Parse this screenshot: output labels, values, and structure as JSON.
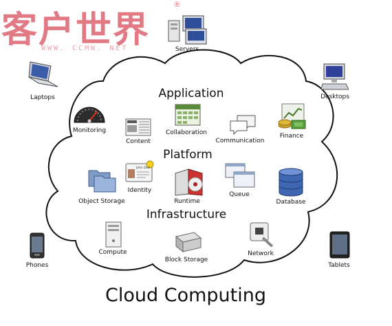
{
  "watermark": {
    "text": "客户世界",
    "registered": "®",
    "url": "WWW. CCMW. NET"
  },
  "diagram": {
    "title": "Cloud Computing",
    "sections": {
      "application": "Application",
      "platform": "Platform",
      "infrastructure": "Infrastructure"
    },
    "application_items": {
      "monitoring": "Monitoring",
      "content": "Content",
      "collaboration": "Collaboration",
      "communication": "Communication",
      "finance": "Finance"
    },
    "platform_items": {
      "object_storage": "Object Storage",
      "identity": "Identity",
      "runtime": "Runtime",
      "queue": "Queue",
      "database": "Database"
    },
    "infrastructure_items": {
      "compute": "Compute",
      "block_storage": "Block Storage",
      "network": "Network"
    },
    "clients": {
      "servers": "Servers",
      "laptops": "Laptops",
      "desktops": "Desktops",
      "phones": "Phones",
      "tablets": "Tablets"
    },
    "identity_card_text": "John Doe"
  }
}
